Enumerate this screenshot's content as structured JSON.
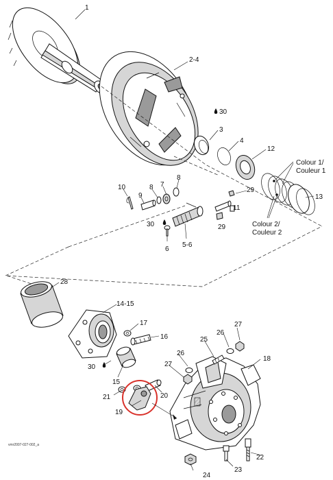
{
  "colors": {
    "highlight": "#d9322b",
    "ink": "#111111"
  },
  "callouts": {
    "p1": "1",
    "p2_4": "2-4",
    "p30a": "30",
    "p3": "3",
    "p4": "4",
    "p12": "12",
    "colour1": "Colour 1/",
    "couleur1": "Couleur 1",
    "p13": "13",
    "p10": "10",
    "p9": "9",
    "p8a": "8",
    "p7": "7",
    "p8b": "8",
    "p29a": "29",
    "p11": "11",
    "p29b": "29",
    "colour2": "Colour 2/",
    "couleur2": "Couleur 2",
    "p30b": "30",
    "p6": "6",
    "p5_6": "5-6",
    "p28": "28",
    "p14_15": "14-15",
    "p17": "17",
    "p16": "16",
    "p27a": "27",
    "p26a": "26",
    "p25": "25",
    "p18": "18",
    "p30c": "30",
    "p15": "15",
    "p26b": "26",
    "p27b": "27",
    "p21": "21",
    "p20": "20",
    "p19": "19",
    "p22": "22",
    "p23": "23",
    "p24": "24"
  },
  "drawing_code": "vmr2007-027-002_a"
}
